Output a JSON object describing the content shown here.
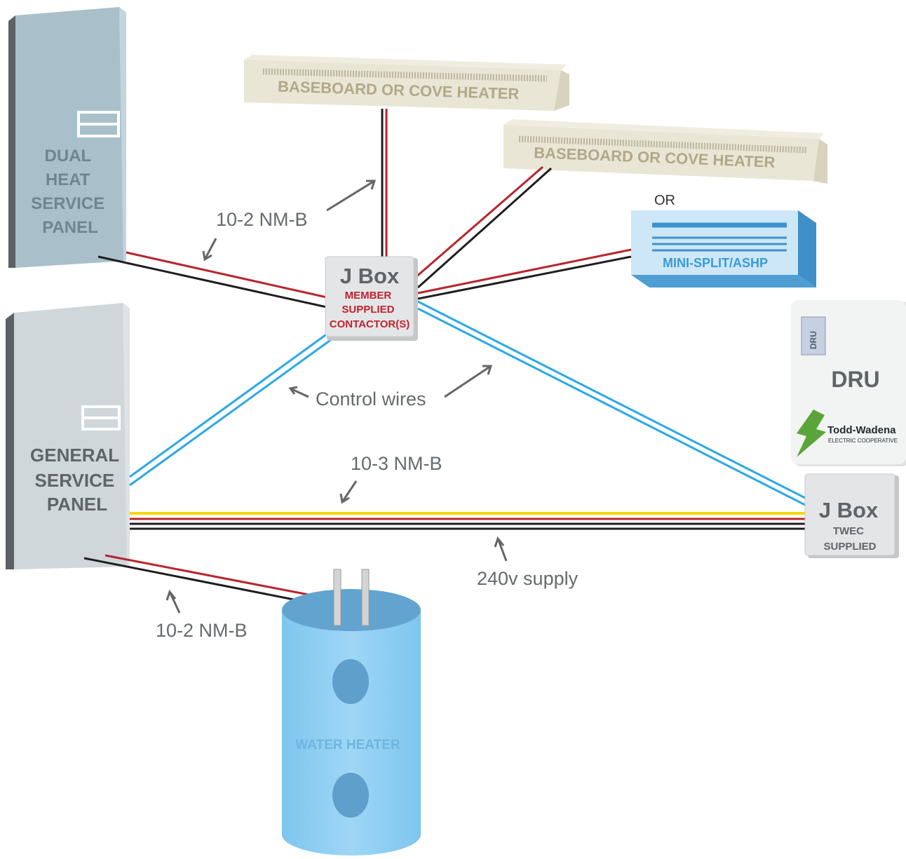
{
  "panels": {
    "dual_heat": [
      "DUAL",
      "HEAT",
      "SERVICE",
      "PANEL"
    ],
    "general": [
      "GENERAL",
      "SERVICE",
      "PANEL"
    ]
  },
  "heaters": {
    "baseboard_1": "BASEBOARD OR COVE HEATER",
    "baseboard_2": "BASEBOARD OR COVE HEATER",
    "or_text": "OR",
    "mini_split": "MINI-SPLIT/ASHP",
    "water_heater": "WATER HEATER"
  },
  "jbox_member": {
    "title": "J Box",
    "lines": [
      "MEMBER",
      "SUPPLIED",
      "CONTACTOR(S)"
    ]
  },
  "jbox_twec": {
    "title": "J Box",
    "lines": [
      "TWEC",
      "SUPPLIED"
    ]
  },
  "dru": {
    "title": "DRU",
    "small_label": "DRU",
    "logo_name": "Todd-Wadena",
    "logo_sub": "ELECTRIC COOPERATIVE"
  },
  "wire_labels": {
    "nm_10_2_top": "10-2 NM-B",
    "control_wires": "Control wires",
    "nm_10_3": "10-3 NM-B",
    "supply_240v": "240v supply",
    "nm_10_2_bottom": "10-2 NM-B"
  },
  "colors": {
    "red_wire": "#b8252c",
    "black_wire": "#1e1e1e",
    "blue_wire": "#2aa8e8",
    "yellow_wire": "#f5d90a",
    "member_text": "#c02230",
    "mini_split_text": "#3a9ad9",
    "water_heater_text": "#6fb5e0",
    "baseboard_text": "#b0a888",
    "dru_leaf": "#5aa53a"
  }
}
